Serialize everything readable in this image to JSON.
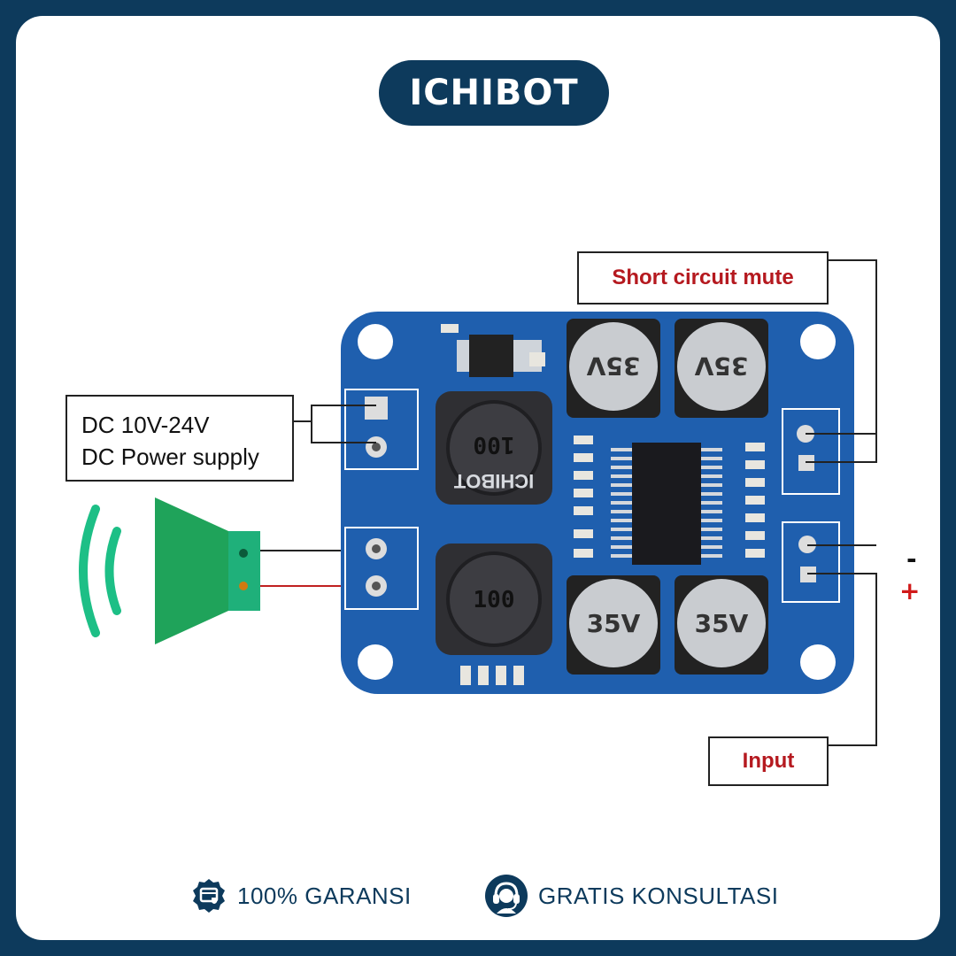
{
  "brand": {
    "name": "ICHIBOT"
  },
  "labels": {
    "power_line1": "DC 10V-24V",
    "power_line2": "DC Power supply",
    "mute": "Short circuit mute",
    "input": "Input",
    "minus": "-",
    "plus": "+"
  },
  "board": {
    "inductor_marking": "100",
    "inductor_brand": "ICHIBOT",
    "capacitor_marking": "35V"
  },
  "footer": {
    "warranty": "100% GARANSI",
    "consult": "GRATIS KONSULTASI",
    "warranty_icon": "shield-badge-icon",
    "consult_icon": "headset-support-icon"
  },
  "colors": {
    "navy": "#0d3a5c",
    "board_blue": "#1f5fae",
    "speaker_green": "#1fa35a",
    "wave_teal": "#1dbf86",
    "label_red": "#b5191f"
  }
}
